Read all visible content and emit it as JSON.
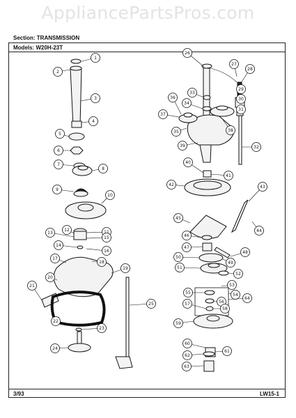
{
  "watermark": "AppliancePartsPros.com",
  "header": {
    "section_label": "Section:",
    "section_value": "TRANSMISSION",
    "models_label": "Models:",
    "models_value": "W20H-23T"
  },
  "footer": {
    "date": "3/93",
    "code": "LW15-1"
  },
  "callouts": [
    "1",
    "2",
    "3",
    "4",
    "5",
    "6",
    "7",
    "8",
    "9",
    "10",
    "11",
    "12",
    "13",
    "14",
    "15",
    "16",
    "17",
    "18",
    "19",
    "20",
    "21",
    "22",
    "23",
    "24",
    "25",
    "26",
    "27",
    "28",
    "29",
    "30",
    "31",
    "32",
    "33",
    "34",
    "35",
    "36",
    "37",
    "38",
    "39",
    "40",
    "41",
    "42",
    "43",
    "44",
    "45",
    "46",
    "47",
    "48",
    "49",
    "50",
    "51",
    "52",
    "53",
    "54",
    "55",
    "56",
    "57",
    "58",
    "59",
    "60",
    "61",
    "62",
    "63",
    "64"
  ]
}
